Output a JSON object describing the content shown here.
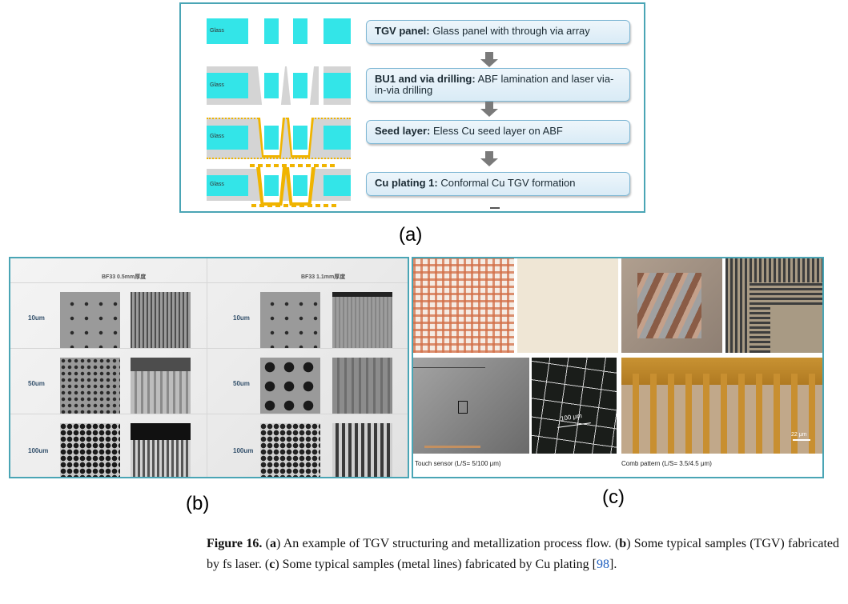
{
  "panel_a": {
    "glass_label": "Glass",
    "steps": [
      {
        "bold": "TGV panel:",
        "text": " Glass panel with through via array"
      },
      {
        "bold": "BU1 and via drilling:",
        "text": " ABF lamination and laser via-in-via drilling"
      },
      {
        "bold": "Seed layer:",
        "text": " Eless Cu seed layer on ABF"
      },
      {
        "bold": "Cu plating 1:",
        "text": " Conformal Cu TGV formation"
      }
    ],
    "label": "(a)",
    "colors": {
      "glass": "#33e5e8",
      "abf": "#d4d4d4",
      "copper": "#f0b400",
      "border": "#4aa5b5"
    }
  },
  "panel_b": {
    "headers": [
      "BF33 0.5mm厚度",
      "BF33 1.1mm厚度"
    ],
    "rows": [
      "10um",
      "50um",
      "100um"
    ],
    "label": "(b)"
  },
  "panel_c": {
    "captions": [
      "Touch sensor (L/S= 5/100 μm)",
      "Comb pattern (L/S= 3.5/4.5 μm)"
    ],
    "scalebars": [
      "100 μm",
      "22 μm"
    ],
    "label": "(c)"
  },
  "caption": {
    "figure_label": "Figure 16.",
    "parts": [
      {
        "text": " (",
        "style": "normal"
      },
      {
        "text": "a",
        "style": "bold"
      },
      {
        "text": ") An example of TGV structuring and metallization process flow. (",
        "style": "normal"
      },
      {
        "text": "b",
        "style": "bold"
      },
      {
        "text": ") Some typical samples (TGV) fabricated by fs laser. (",
        "style": "normal"
      },
      {
        "text": "c",
        "style": "bold"
      },
      {
        "text": ") Some typical samples (metal lines) fabricated by Cu plating [",
        "style": "normal"
      },
      {
        "text": "98",
        "style": "ref"
      },
      {
        "text": "].",
        "style": "normal"
      }
    ]
  }
}
